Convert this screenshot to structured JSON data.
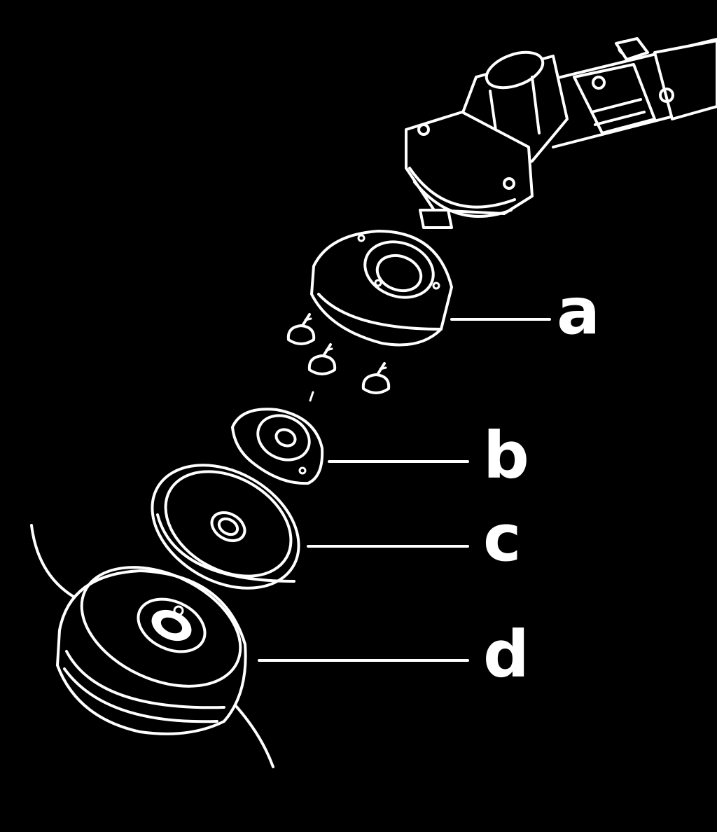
{
  "diagram": {
    "colors": {
      "background": "#000000",
      "line": "#ffffff"
    },
    "parts": [
      {
        "id": "gearhead",
        "icon": "gear-head-icon"
      },
      {
        "id": "a",
        "label": "a",
        "icon": "mounting-flange-icon"
      },
      {
        "id": "screws",
        "icon": "screw-icon"
      },
      {
        "id": "b",
        "label": "b",
        "icon": "hub-icon"
      },
      {
        "id": "c",
        "label": "c",
        "icon": "washer-disc-icon"
      },
      {
        "id": "d",
        "label": "d",
        "icon": "trimmer-head-icon"
      }
    ]
  }
}
